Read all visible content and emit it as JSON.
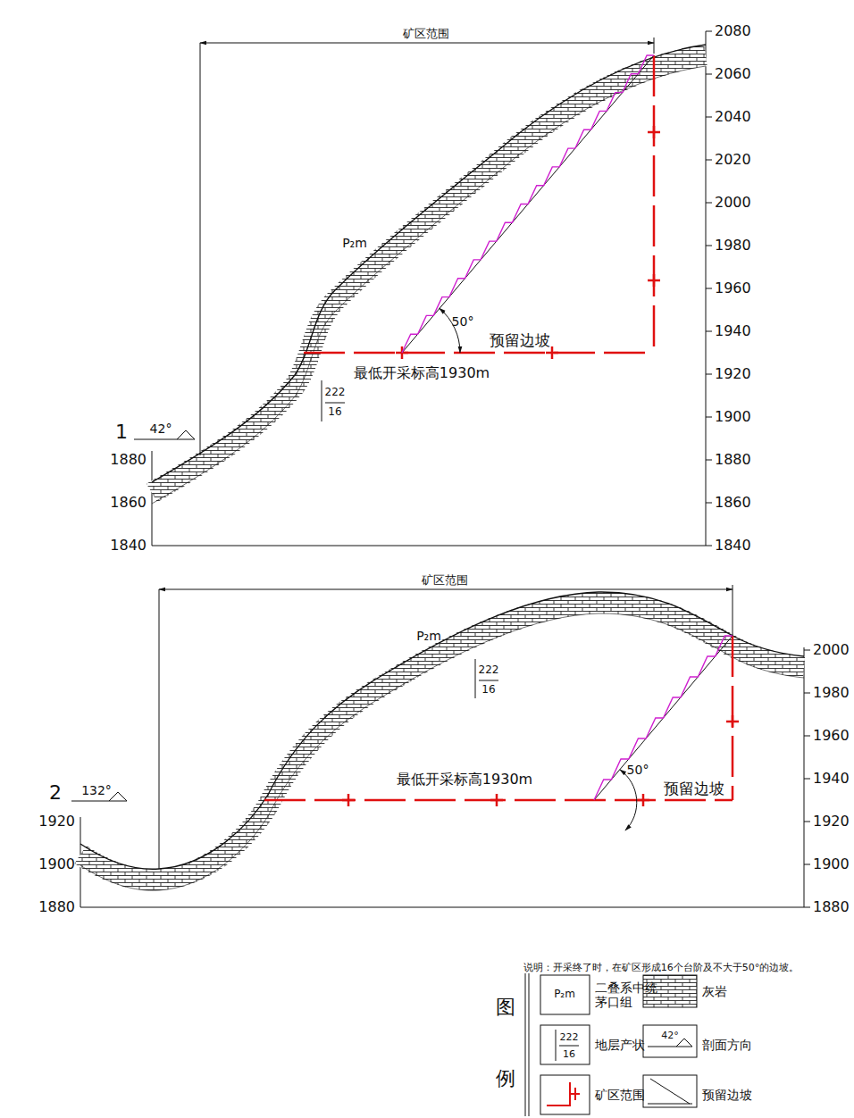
{
  "diagram": {
    "labels": [
      "矿区范围",
      "2080",
      "2060",
      "2040",
      "2020",
      "2000",
      "1980",
      "1960",
      "1940",
      "1920",
      "1900",
      "1880",
      "1860",
      "1840",
      "1880",
      "1860",
      "1840",
      "P₂m",
      "50°",
      "预留边坡",
      "最低开采标高1930m",
      "222",
      "16",
      "1",
      "42°",
      "矿区范围",
      "2000",
      "1980",
      "1960",
      "1940",
      "1920",
      "1900",
      "1880",
      "1920",
      "1900",
      "1880",
      "P₂m",
      "222",
      "16",
      "最低开采标高1930m",
      "50°",
      "预留边坡",
      "2",
      "132°",
      "说明：开采终了时，在矿区形成16个台阶及不大于50°的边坡。",
      "图",
      "例",
      "P₂m",
      "222",
      "16",
      "42°"
    ],
    "legend": [
      {
        "text": "二叠系中统 茅口组"
      },
      {
        "text": "灰岩"
      },
      {
        "text": "地层产状"
      },
      {
        "text": "剖面方向"
      },
      {
        "text": "矿区范围"
      },
      {
        "text": "预留边坡"
      }
    ]
  }
}
